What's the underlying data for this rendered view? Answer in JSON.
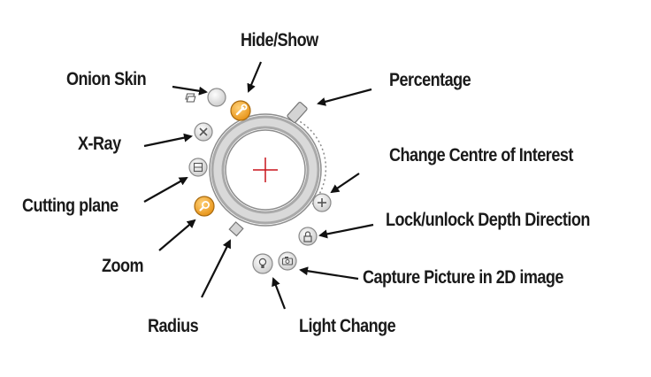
{
  "diagram": {
    "labels": {
      "hide_show": "Hide/Show",
      "onion_skin": "Onion Skin",
      "percentage": "Percentage",
      "x_ray": "X-Ray",
      "change_centre": "Change Centre of Interest",
      "cutting_plane": "Cutting plane",
      "lock_depth": "Lock/unlock Depth Direction",
      "zoom": "Zoom",
      "capture_picture": "Capture Picture in 2D image",
      "radius": "Radius",
      "light_change": "Light Change"
    },
    "icons": {
      "hide_show": "wrench-icon",
      "onion_skin": "layers-icon",
      "x_ray": "x-circle-icon",
      "cutting_plane": "plane-icon",
      "zoom": "magnifier-icon",
      "change_centre": "plus-icon",
      "lock_depth": "lock-icon",
      "capture_picture": "camera-icon",
      "light_change": "bulb-icon"
    },
    "colors": {
      "ring": "#b9b9b9",
      "active_button": "#f0a726",
      "inactive_button": "#e6e6e6",
      "crosshair": "#c8141c",
      "text": "#1a1a1a"
    }
  }
}
